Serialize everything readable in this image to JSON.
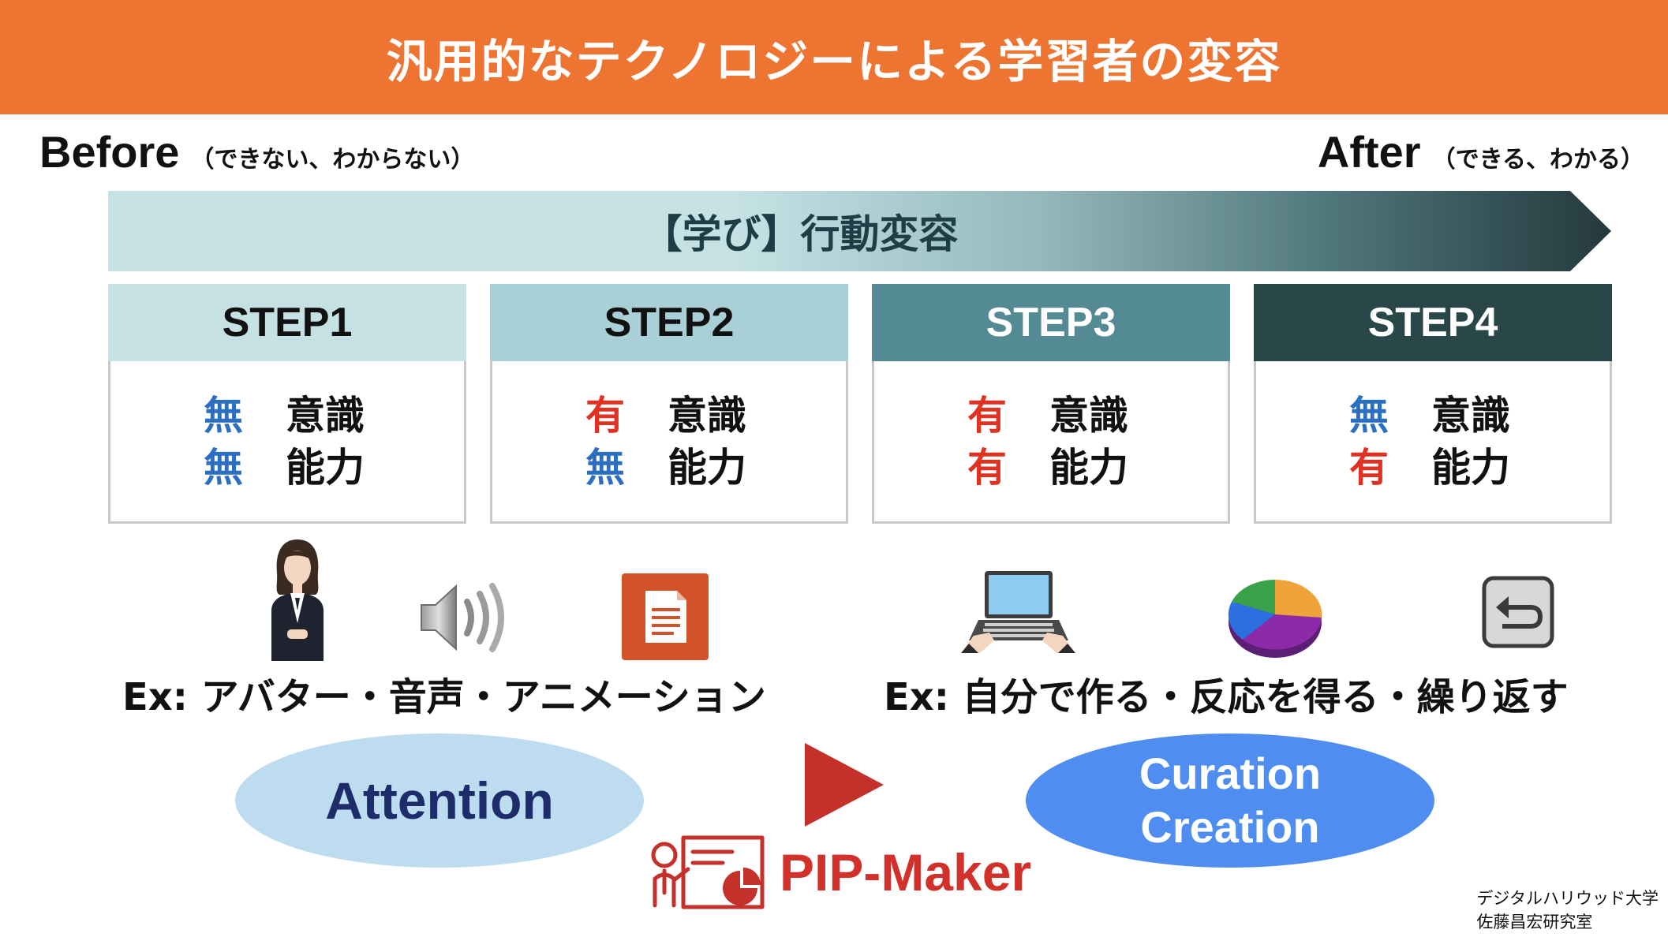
{
  "header": {
    "title": "汎用的なテクノロジーによる学習者の変容"
  },
  "before": {
    "label": "Before",
    "note": "（できない、わからない）"
  },
  "after": {
    "label": "After",
    "note": "（できる、わかる）"
  },
  "arrow": {
    "label": "【学び】行動変容"
  },
  "steps": [
    {
      "title": "STEP1",
      "rows": [
        {
          "flag": "無",
          "label": "意識"
        },
        {
          "flag": "無",
          "label": "能力"
        }
      ]
    },
    {
      "title": "STEP2",
      "rows": [
        {
          "flag": "有",
          "label": "意識"
        },
        {
          "flag": "無",
          "label": "能力"
        }
      ]
    },
    {
      "title": "STEP3",
      "rows": [
        {
          "flag": "有",
          "label": "意識"
        },
        {
          "flag": "有",
          "label": "能力"
        }
      ]
    },
    {
      "title": "STEP4",
      "rows": [
        {
          "flag": "無",
          "label": "意識"
        },
        {
          "flag": "有",
          "label": "能力"
        }
      ]
    }
  ],
  "colors": {
    "header": "#ee7432",
    "step_heads": [
      "#c5e1e4",
      "#a8d0d6",
      "#548a93",
      "#294649"
    ],
    "flag_none": "#2c6fc0",
    "flag_have": "#e03223"
  },
  "icons": [
    "avatar-icon",
    "speaker-icon",
    "document-icon",
    "laptop-icon",
    "pie-chart-icon",
    "return-icon",
    "play-arrow-icon",
    "pip-maker-logo-icon"
  ],
  "examples": {
    "left": "Ex: アバター・音声・アニメーション",
    "right": "Ex: 自分で作る・反応を得る・繰り返す"
  },
  "ellipses": {
    "left": "Attention",
    "right_line1": "Curation",
    "right_line2": "Creation"
  },
  "logo": {
    "text": "PIP-Maker"
  },
  "credit": {
    "line1": "デジタルハリウッド大学",
    "line2": "佐藤昌宏研究室"
  }
}
